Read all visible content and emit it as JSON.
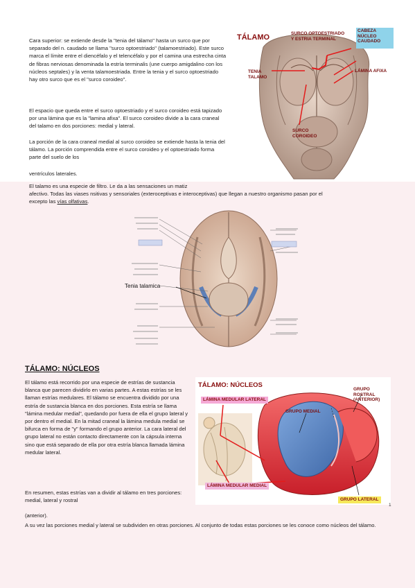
{
  "paragraphs": {
    "p1": "Cara superior: se extiende desde la \"tenia del tálamo\" hasta un surco que por separado del n. caudado se llama \"surco optoestriado\" (talamoestriado). Este surco marca el límite entre el diencéfalo y el telencéfalo y por el camina una estrecha cinta de fibras nerviosas denominada la estría terminalis (une cuerpo amigdalino con los núcleos septales) y la venta talamoestriada. Entre la tenia y el surco optoestriado hay otro surco que es el \"surco coroideo\".",
    "p2": "El espacio que queda entre el surco optoestriado y el surco coroideo está tapizado por una lámina que es la \"lamina afixa\". El surco coroideo divide a la cara craneal del talamo en dos porciones: medial y lateral.",
    "p3": "La porción de la cara craneal medial al surco coroideo se extiende hasta la tenia del tálamo. La porción comprendida entre el surco coroideo y el optoestriado forma parte del suelo de los",
    "p3b": "ventrículos laterales.",
    "p4a": "El talamo es una especie de filtro. Le da a las sensaciones un matiz",
    "p4b": "afectivo. Todas las viases nsitivas y sensoriales (exteroceptivas e interoceptivas) que llegan a nuestro organismo pasan por el",
    "p4c": "excepto las ",
    "p4link": "vías olfativas",
    "p4end": ".",
    "p5": "El tálamo está recorrido por una especie de estrías de sustancia blanca que parecen dividirlo en varias partes. A estas estrías se les llaman estrías medulares. El tálamo se encuentra dividido por una estría de sustancia blanca en dos porciones. Esta estría se llama \"lámina medular medial\", quedando por fuera de ella el grupo lateral y por dentro el medial. En la mitad craneal la lámina medula medial se bifurca en forma de \"y\" formando el grupo anterior. La cara lateral del grupo lateral no están contacto directamente con la cápsula interna sino que está separado de ella por otra estría blanca llamada lámina medular lateral.",
    "p6": "En resumen, estas estrías van a dividir al tálamo en tres porciones: medial, lateral y rostral",
    "p6b": "(anterior).",
    "p7": "A su vez las porciones medial y lateral se subdividen en otras porciones. Al conjunto de todas estas porciones se les conoce como núcleos del tálamo."
  },
  "heading": "TÁLAMO: NÚCLEOS",
  "page_number": "1",
  "figure1": {
    "title": "TÁLAMO",
    "labels": {
      "surco_opto": "SURCO OPTOESTRIADO\nY  ESTRIA TERMINAL",
      "cabeza": "CABEZA\nNÚCLEO\nCAUDADO",
      "tenia": "TENIA\nTALAMO",
      "lamina": "LÁMINA AFIXA",
      "surco_cor": "SURCO\nCOROIDEO"
    }
  },
  "figure2": {
    "main_label": "Tenia talamica"
  },
  "figure3": {
    "title": "TÁLAMO: NÚCLEOS",
    "labels": {
      "lml": "LÁMINA MEDULAR LATERAL",
      "gm": "GRUPO MEDIAL",
      "gr": "GRUPO\nROSTRAL\n(ANTERIOR)",
      "lmm": "LÁMINA MEDULAR MEDIAL",
      "gl": "GRUPO LATERAL"
    }
  },
  "colors": {
    "accent_red": "#e31b1b",
    "label_dark_red": "#8a1010",
    "caudado_box": "#8fd3ea",
    "lml_box": "#f5a9d6",
    "lmm_box": "#f1b7dc",
    "thal_red": "#e84a4a",
    "thal_blue": "#5d87c7"
  }
}
